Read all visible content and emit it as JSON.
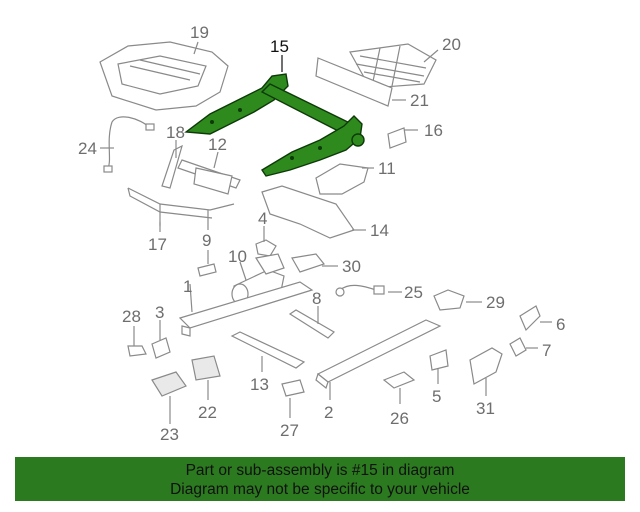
{
  "diagram": {
    "highlighted_part": "15",
    "callouts": [
      "1",
      "2",
      "3",
      "4",
      "5",
      "6",
      "7",
      "8",
      "9",
      "10",
      "11",
      "12",
      "13",
      "14",
      "15",
      "16",
      "17",
      "18",
      "19",
      "20",
      "21",
      "22",
      "23",
      "24",
      "25",
      "26",
      "27",
      "28",
      "29",
      "30",
      "31"
    ]
  },
  "banner": {
    "line1": "Part or sub-assembly is #15 in diagram",
    "line2": "Diagram may not be specific to your vehicle"
  },
  "colors": {
    "highlight_fill": "#2f8a1e",
    "banner_bg": "#2c7a1f",
    "callout_text": "#6e6e6e"
  }
}
